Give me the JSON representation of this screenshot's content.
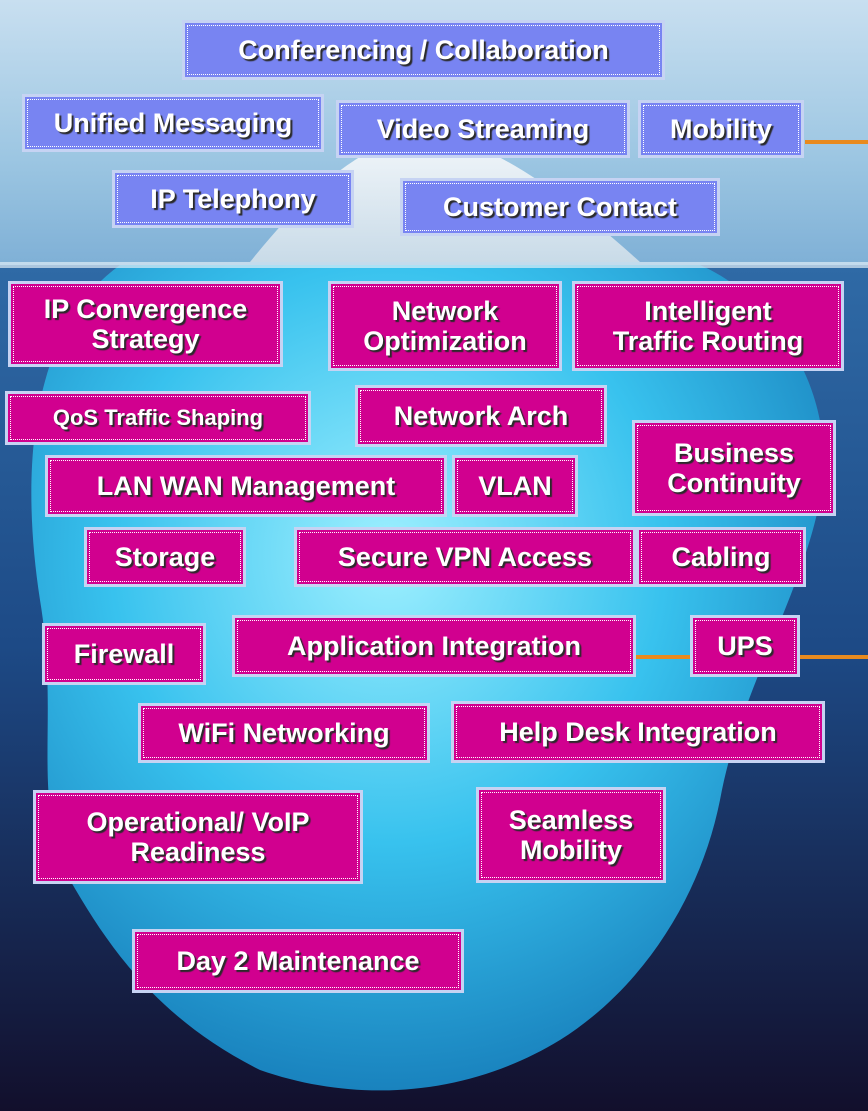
{
  "colors": {
    "above_box": "#7884f2",
    "below_box": "#d1008f",
    "border": "#c6d3f3",
    "connector": "#e88a1e",
    "sky": "#9cc6e2",
    "sea": "#1a3c72"
  },
  "above_waterline": [
    {
      "id": "conferencing",
      "label": "Conferencing / Collaboration"
    },
    {
      "id": "unified-messaging",
      "label": "Unified Messaging"
    },
    {
      "id": "video-streaming",
      "label": "Video Streaming"
    },
    {
      "id": "mobility",
      "label": "Mobility"
    },
    {
      "id": "ip-telephony",
      "label": "IP Telephony"
    },
    {
      "id": "customer-contact",
      "label": "Customer Contact"
    }
  ],
  "below_waterline": [
    {
      "id": "ip-convergence",
      "label": "IP Convergence\nStrategy"
    },
    {
      "id": "network-optimization",
      "label": "Network\nOptimization"
    },
    {
      "id": "intelligent-routing",
      "label": "Intelligent\nTraffic Routing"
    },
    {
      "id": "qos",
      "label": "QoS Traffic Shaping"
    },
    {
      "id": "network-arch",
      "label": "Network Arch"
    },
    {
      "id": "business-continuity",
      "label": "Business\nContinuity"
    },
    {
      "id": "lan-wan",
      "label": "LAN WAN Management"
    },
    {
      "id": "vlan",
      "label": "VLAN"
    },
    {
      "id": "storage",
      "label": "Storage"
    },
    {
      "id": "secure-vpn",
      "label": "Secure VPN Access"
    },
    {
      "id": "cabling",
      "label": "Cabling"
    },
    {
      "id": "firewall",
      "label": "Firewall"
    },
    {
      "id": "application-integration",
      "label": "Application Integration"
    },
    {
      "id": "ups",
      "label": "UPS"
    },
    {
      "id": "wifi",
      "label": "WiFi Networking"
    },
    {
      "id": "help-desk",
      "label": "Help Desk Integration"
    },
    {
      "id": "voip-readiness",
      "label": "Operational/ VoIP\nReadiness"
    },
    {
      "id": "seamless-mobility",
      "label": "Seamless\nMobility"
    },
    {
      "id": "day2",
      "label": "Day 2 Maintenance"
    }
  ]
}
